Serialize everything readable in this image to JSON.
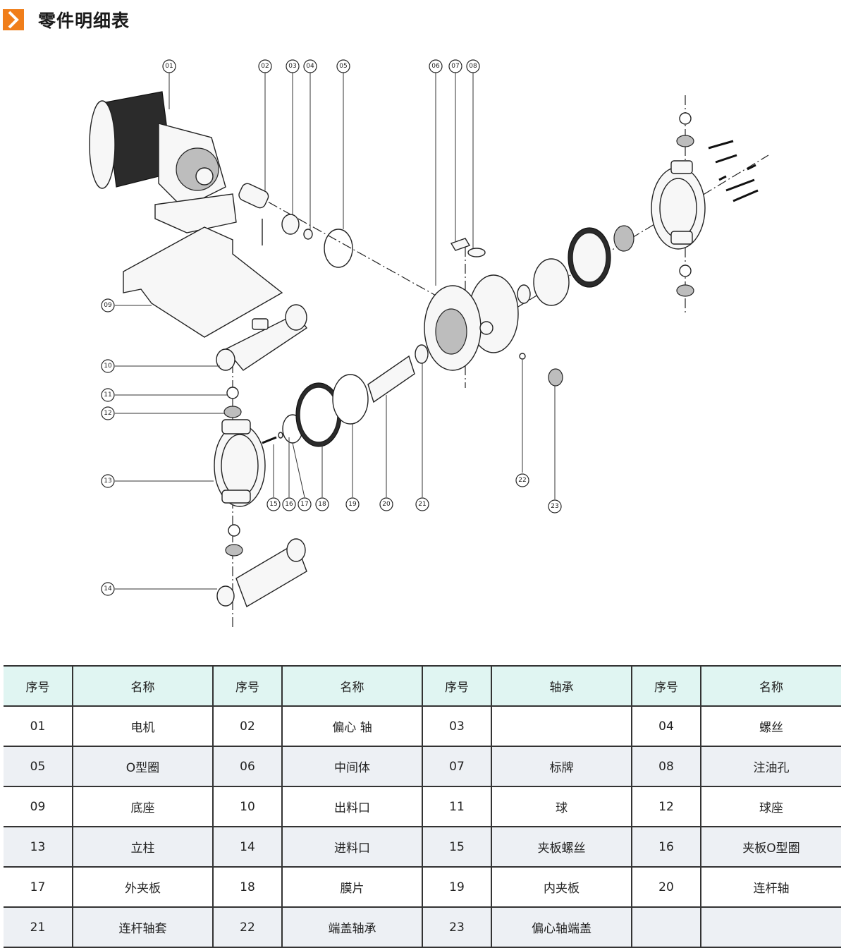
{
  "page": {
    "title": "零件明细表",
    "accent_color": "#f07e1a",
    "title_icon": "chevron-right-icon"
  },
  "diagram": {
    "callouts": [
      "01",
      "02",
      "03",
      "04",
      "05",
      "06",
      "07",
      "08",
      "09",
      "10",
      "11",
      "12",
      "13",
      "14",
      "15",
      "16",
      "17",
      "18",
      "19",
      "20",
      "21",
      "22",
      "23"
    ]
  },
  "table": {
    "headers": [
      "序号",
      "名称",
      "序号",
      "名称",
      "序号",
      "轴承",
      "序号",
      "名称"
    ],
    "rows": [
      [
        "01",
        "电机",
        "02",
        "偏心 轴",
        "03",
        "",
        "04",
        "螺丝"
      ],
      [
        "05",
        "O型圈",
        "06",
        "中间体",
        "07",
        "标牌",
        "08",
        "注油孔"
      ],
      [
        "09",
        "底座",
        "10",
        "出料口",
        "11",
        "球",
        "12",
        "球座"
      ],
      [
        "13",
        "立柱",
        "14",
        "进料口",
        "15",
        "夹板螺丝",
        "16",
        "夹板O型圈"
      ],
      [
        "17",
        "外夹板",
        "18",
        "膜片",
        "19",
        "内夹板",
        "20",
        "连杆轴"
      ],
      [
        "21",
        "连杆轴套",
        "22",
        "端盖轴承",
        "23",
        "偏心轴端盖",
        "",
        ""
      ]
    ]
  }
}
